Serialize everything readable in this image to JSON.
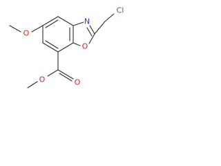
{
  "molecule": {
    "atoms": [
      {
        "id": "N1",
        "label": "N"
      },
      {
        "id": "Cl1",
        "label": "Cl"
      },
      {
        "id": "O1",
        "label": "O"
      },
      {
        "id": "O2",
        "label": "O"
      },
      {
        "id": "O3",
        "label": "O"
      },
      {
        "id": "O4",
        "label": "O"
      }
    ]
  }
}
